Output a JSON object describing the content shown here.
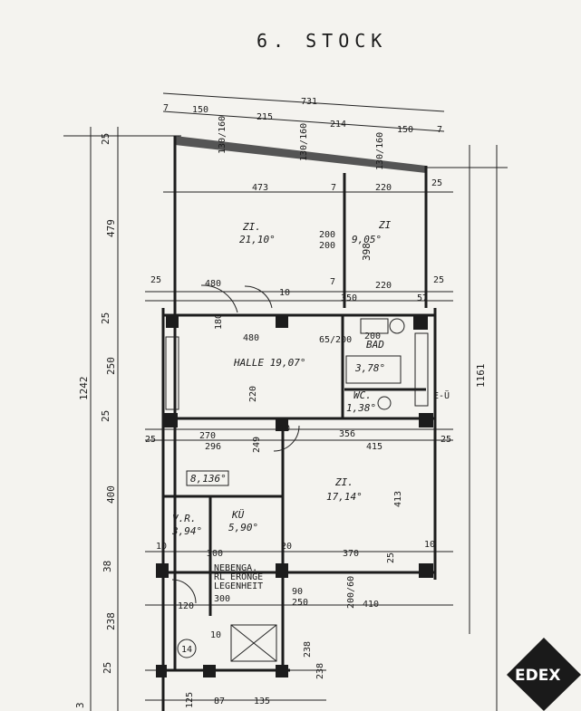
{
  "title": "6. STOCK",
  "rooms": {
    "zi_left": {
      "name": "ZI.",
      "area": "21,10°"
    },
    "zi_right": {
      "name": "ZI",
      "area": "9,05°"
    },
    "halle": "HALLE 19,07°",
    "bad": {
      "name": "BAD",
      "area": "3,78°"
    },
    "wc": {
      "name": "WC.",
      "area": "1,38°"
    },
    "zi_lower": {
      "name": "ZI.",
      "area": "17,14°"
    },
    "vr": {
      "name": "V.R.",
      "area": "3,94°"
    },
    "kue": {
      "name": "KÜ",
      "area": "5,90°"
    },
    "gelegenheit": [
      "NEBENGA.",
      "RL ERONGE",
      "LEGENHEIT"
    ],
    "boxed_area": "8,136°",
    "stair_area": "14"
  },
  "dims_top": {
    "total": "731",
    "segments": [
      "7",
      "150",
      "215",
      "214",
      "150",
      "7"
    ],
    "windows": [
      "130/160",
      "130/160",
      "130/160"
    ],
    "row2": [
      "473",
      "7",
      "220",
      "25"
    ],
    "row3": [
      "25",
      "480",
      "7",
      "220",
      "25"
    ],
    "row3b": [
      "10",
      "350",
      "57"
    ],
    "halle": [
      "180",
      "480",
      "200",
      "65/200",
      "200"
    ],
    "mid_row": [
      "25",
      "270",
      "296",
      "249",
      "10",
      "356",
      "415",
      "25"
    ],
    "lower": [
      "10",
      "300",
      "20",
      "370",
      "25",
      "10",
      "300",
      "200/60",
      "410",
      "90",
      "250"
    ],
    "small": [
      "220",
      "413",
      "200",
      "90",
      "120",
      "10",
      "238",
      "238",
      "125",
      "135",
      "87"
    ]
  },
  "dims_left": [
    "25",
    "479",
    "1242",
    "25",
    "250",
    "25",
    "400",
    "38",
    "238",
    "25",
    "3"
  ],
  "dims_right": [
    "1161",
    "398",
    "25",
    "E-Ü"
  ],
  "logo": {
    "text": "EDEX",
    "bg": "#1a1a1a"
  }
}
